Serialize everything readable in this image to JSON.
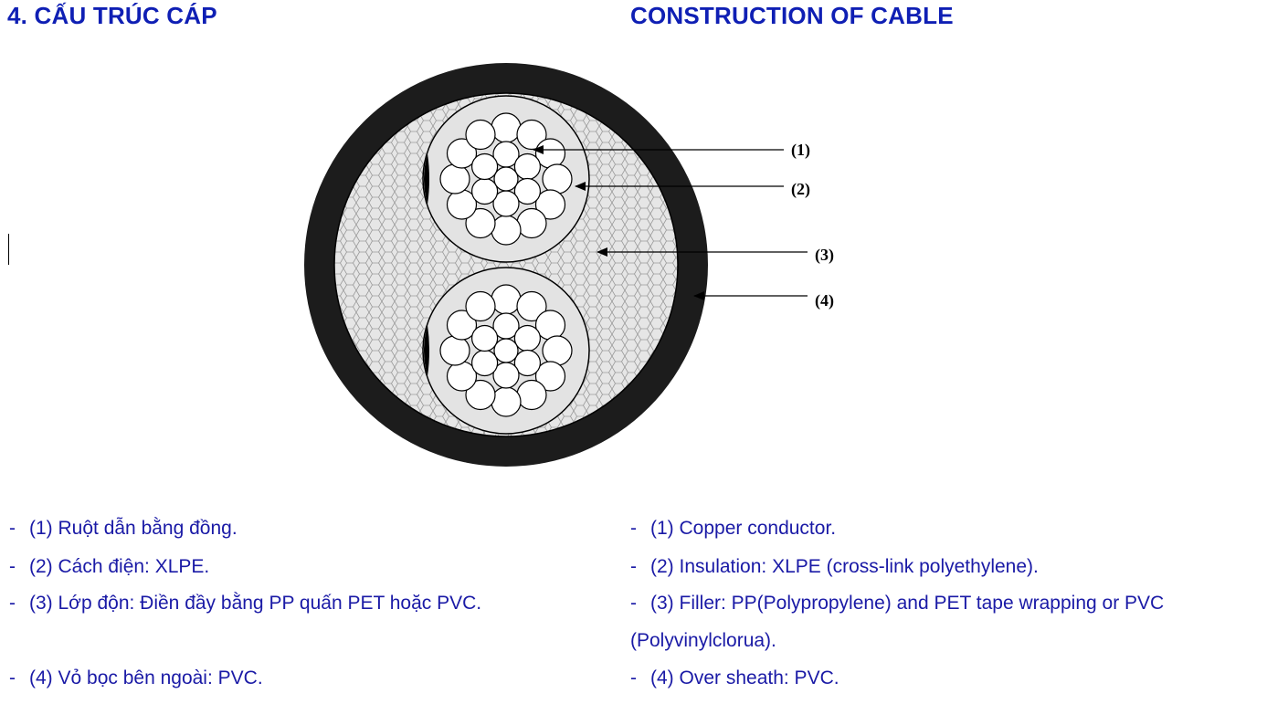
{
  "headings": {
    "vietnamese": "4. CẤU TRÚC CÁP",
    "english": "CONSTRUCTION OF CABLE"
  },
  "diagram": {
    "callouts": [
      "(1)",
      "(2)",
      "(3)",
      "(4)"
    ],
    "colors": {
      "sheath": "#1c1c1c",
      "filler": "#e6e6e6",
      "insulation": "#e3e3e3",
      "conductor_strand": "#ffffff",
      "outline": "#000000"
    }
  },
  "vietnamese_items": [
    {
      "dash": "-",
      "text": "(1) Ruột dẫn bằng đồng."
    },
    {
      "dash": "-",
      "text": "(2) Cách điện: XLPE."
    },
    {
      "dash": "-",
      "text": "(3) Lớp độn: Điền đầy bằng PP quấn PET hoặc PVC."
    },
    {
      "dash": "-",
      "text": "(4) Vỏ bọc bên ngoài: PVC."
    }
  ],
  "english_items": [
    {
      "dash": "-",
      "text": "(1) Copper conductor."
    },
    {
      "dash": "-",
      "text": "(2) Insulation: XLPE (cross-link polyethylene)."
    },
    {
      "dash": "-",
      "text": "(3) Filler: PP(Polypropylene) and PET tape wrapping or PVC",
      "continuation": "(Polyvinylclorua)."
    },
    {
      "dash": "-",
      "text": "(4) Over sheath: PVC."
    }
  ]
}
